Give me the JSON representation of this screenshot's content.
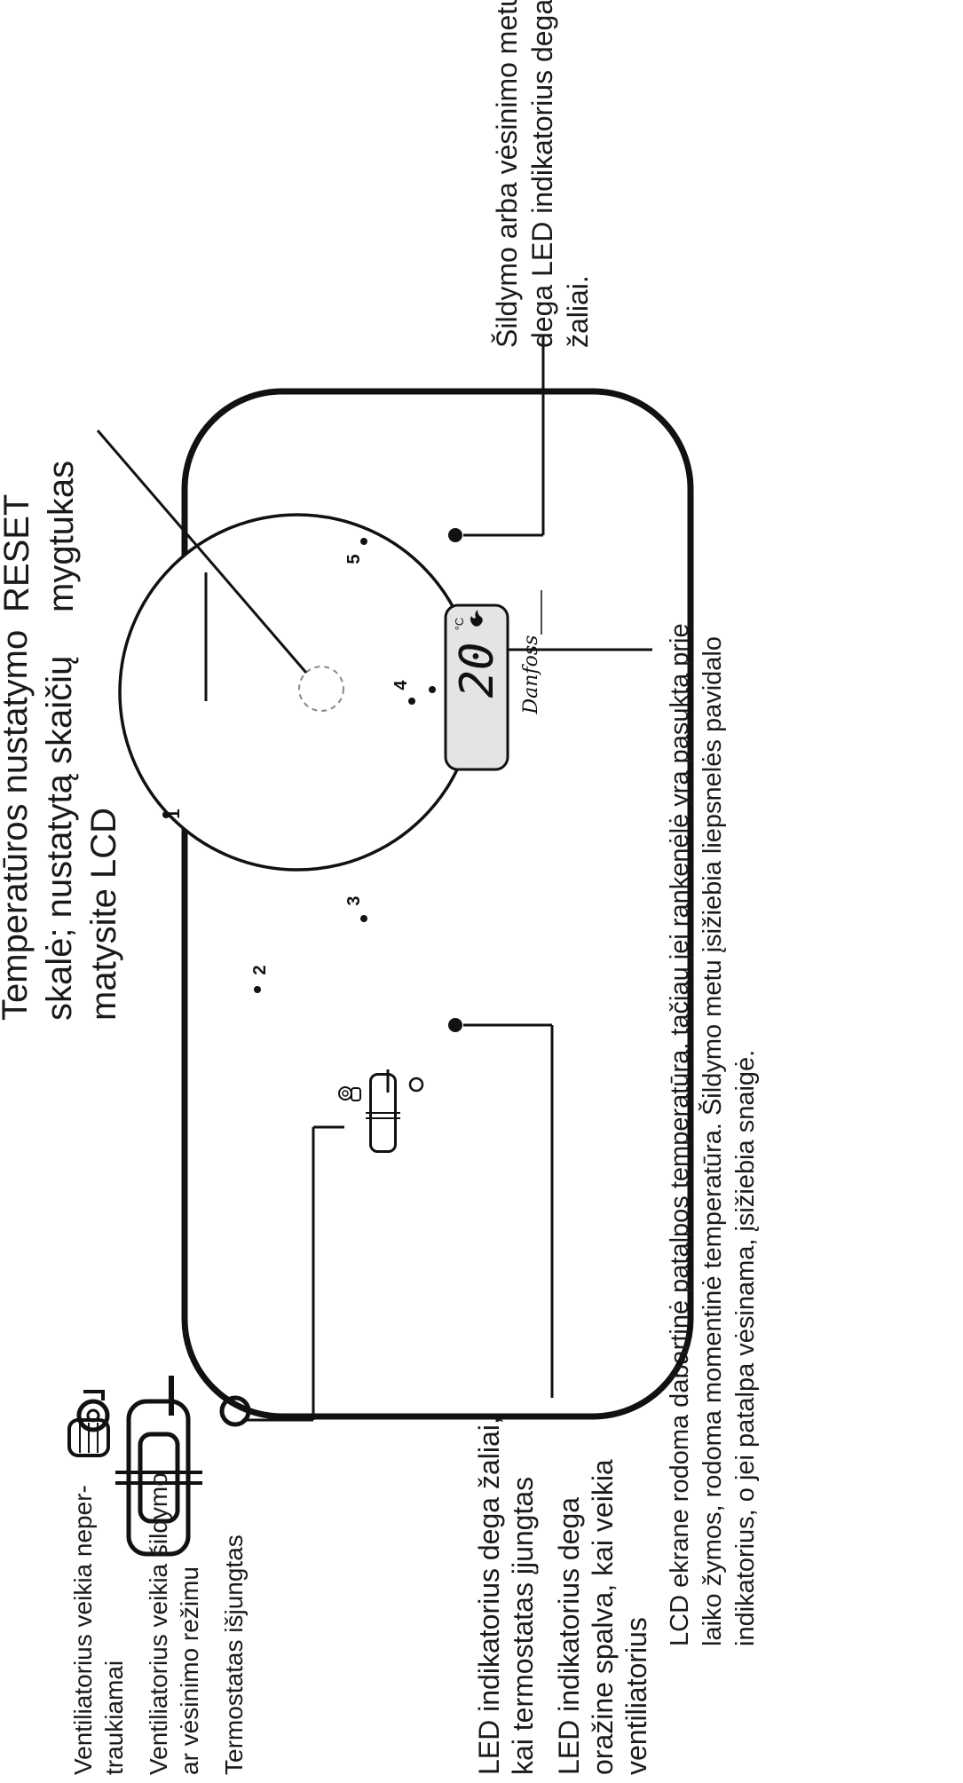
{
  "labels": {
    "scale_title": [
      "Temperatūros nustatymo",
      "skalė; nustatytą skaičių",
      "matysite LCD"
    ],
    "reset_button": [
      "RESET",
      "mygtukas"
    ],
    "led_heat_cool": [
      "Šildymo arba vėsinimo metu",
      "dega LED indikatorius dega",
      "žaliai."
    ],
    "lcd_description": [
      "LCD ekrane rodoma dabartinė patalpos temperatūra,  tačiau jei rankenėlė yra pasukta prie",
      "laiko žymos, rodoma momentinė temperatūra. Šildymo metu įsižiebia liepsnelės pavidalo",
      "indikatorius, o jei patalpa vėsinama, įsižiebia snaigė."
    ],
    "led_on": [
      "LED indikatorius dega žaliai,",
      "kai termostatas įjungtas"
    ],
    "led_orange": [
      "LED indikatorius dega",
      "oražine spalva, kai veikia",
      "ventiliatorius"
    ],
    "fan_continuous": [
      "Ventiliatorius veikia neper-",
      "traukiamai"
    ],
    "fan_mode": [
      "Ventiliatorius veikia šildymo",
      "ar vėsinimo režimu"
    ],
    "off": [
      "Termostatas išjungtas"
    ]
  },
  "dial": {
    "ticks": [
      "1",
      "2",
      "3",
      "4",
      "5"
    ]
  },
  "lcd": {
    "value": "20",
    "unit": "°C"
  },
  "brand": {
    "logo": "Danfoss"
  },
  "switch": {
    "position_icons": [
      "fan-hand-icon",
      "line-icon",
      "circle-icon"
    ],
    "positions": [
      "fan-continuous",
      "fan-mode",
      "off"
    ]
  }
}
